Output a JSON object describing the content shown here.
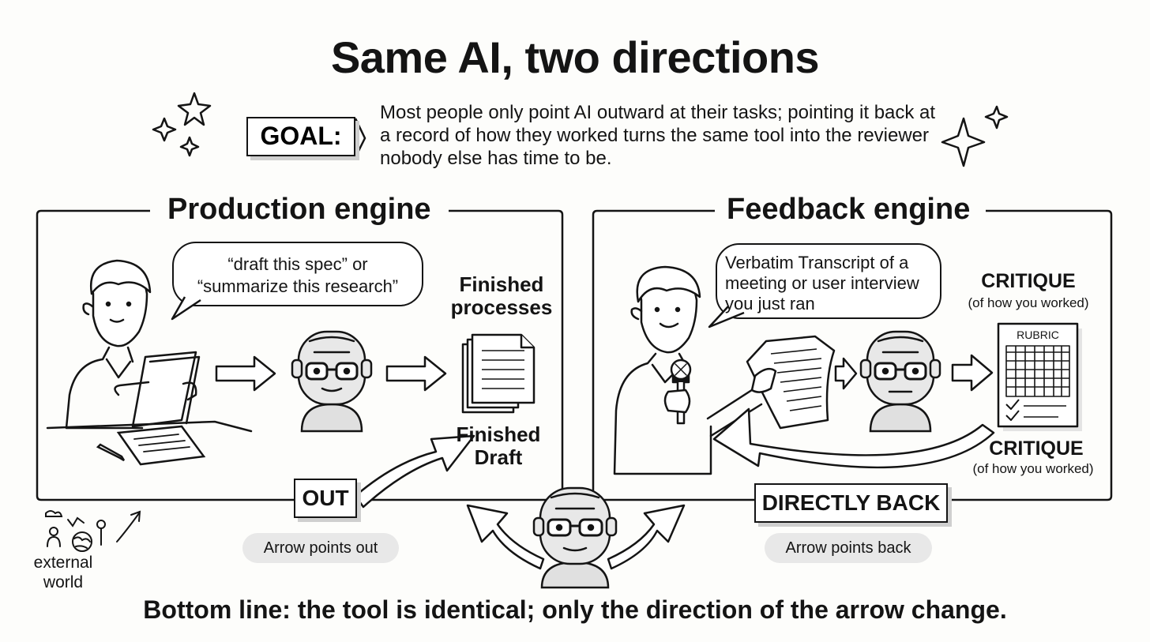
{
  "title": "Same AI, two directions",
  "goal": {
    "label": "GOAL:",
    "text": "Most people only point AI outward at their tasks; pointing it back at a record of how they worked turns the same tool into the reviewer nobody else has time to be."
  },
  "production": {
    "title": "Production engine",
    "bubble_line1": "“draft this spec” or",
    "bubble_line2": "“summarize this research”",
    "finished_processes": "Finished processes",
    "finished_draft": "Finished Draft",
    "out_label": "OUT",
    "out_caption": "Arrow points out"
  },
  "feedback": {
    "title": "Feedback engine",
    "bubble": "Verbatim Transcript of a meeting or user interview you just ran",
    "critique_top": "CRITIQUE",
    "critique_top_sub": "(of how you worked)",
    "rubric": "RUBRIC",
    "critique_bottom": "CRITIQUE",
    "critique_bottom_sub": "(of how you worked)",
    "back_label": "DIRECTLY BACK",
    "back_caption": "Arrow points back"
  },
  "external_world": "external world",
  "bottom_line": "Bottom line: the tool is identical; only the direction of the arrow change."
}
